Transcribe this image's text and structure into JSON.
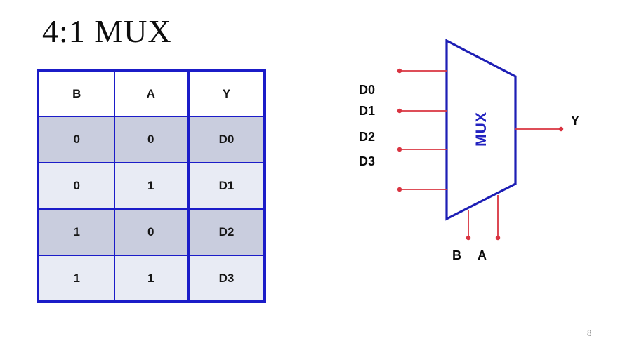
{
  "slide": {
    "title": "4:1 MUX",
    "page_number": "8"
  },
  "colors": {
    "table_border_blue": "#1b1cc8",
    "mux_outline_blue": "#1d1eb5",
    "mux_label_blue": "#2323c0",
    "wire_red": "#d93441",
    "row_shade_dark": "#c9cdde",
    "row_shade_light": "#e8ebf4",
    "header_background": "#ffffff",
    "text_black": "#0a0a0a",
    "page_number_gray": "#7d7d7d"
  },
  "truth_table": {
    "columns": [
      "B",
      "A",
      "Y"
    ],
    "rows": [
      [
        "0",
        "0",
        "D0"
      ],
      [
        "0",
        "1",
        "D1"
      ],
      [
        "1",
        "0",
        "D2"
      ],
      [
        "1",
        "1",
        "D3"
      ]
    ]
  },
  "diagram": {
    "block_label": "MUX",
    "input_labels": [
      "D0",
      "D1",
      "D2",
      "D3"
    ],
    "output_label": "Y",
    "select_labels": [
      "B",
      "A"
    ]
  }
}
